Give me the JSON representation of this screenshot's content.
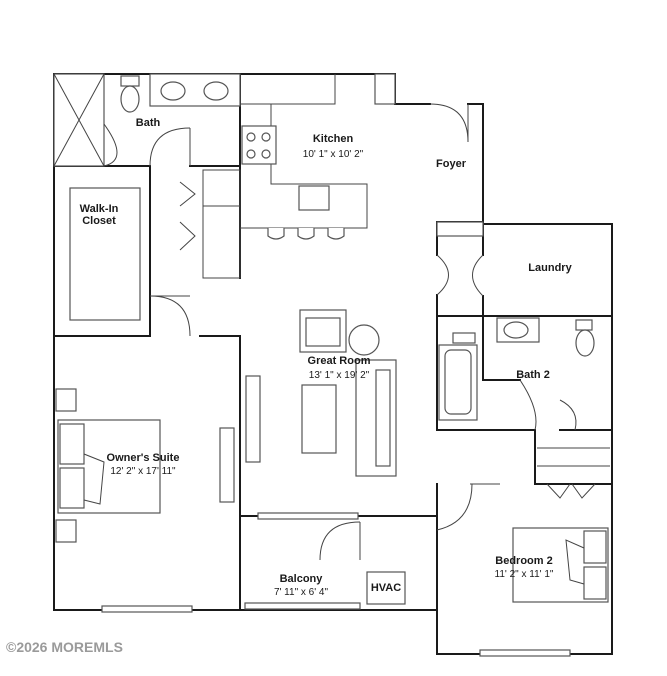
{
  "rooms": {
    "bath": {
      "name": "Bath"
    },
    "walk_in_closet": {
      "name_line1": "Walk-In",
      "name_line2": "Closet"
    },
    "kitchen": {
      "name": "Kitchen",
      "size": "10' 1\" x 10' 2\""
    },
    "foyer": {
      "name": "Foyer"
    },
    "laundry": {
      "name": "Laundry"
    },
    "great_room": {
      "name": "Great Room",
      "size": "13' 1\" x 19' 2\""
    },
    "bath_2": {
      "name": "Bath 2"
    },
    "owners_suite": {
      "name": "Owner's Suite",
      "size": "12' 2\" x 17' 11\""
    },
    "balcony": {
      "name": "Balcony",
      "size": "7' 11\" x 6' 4\""
    },
    "hvac": {
      "name": "HVAC"
    },
    "bedroom_2": {
      "name": "Bedroom 2",
      "size": "11' 2\" x 11' 1\""
    }
  },
  "watermark": "©2026 MOREMLS",
  "colors": {
    "wall": "#1a1a1a",
    "fixture": "#555555",
    "watermark": "#9a9a9a"
  }
}
